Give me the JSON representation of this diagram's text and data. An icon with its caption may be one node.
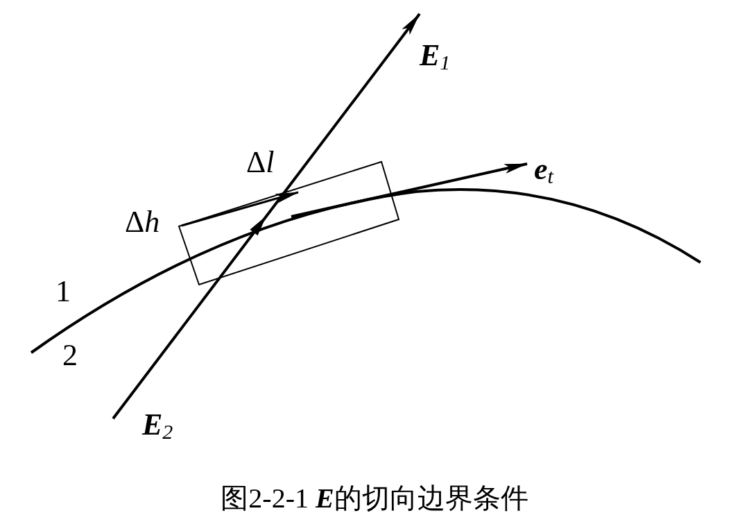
{
  "diagram": {
    "caption": "图2-2-1 **E**的切向边界条件",
    "labels": [
      "**E**$_{1}$",
      "Δl",
      "**e**$_{t}$",
      "Δh",
      "1",
      "2",
      "**E**$_{2}$"
    ]
  }
}
